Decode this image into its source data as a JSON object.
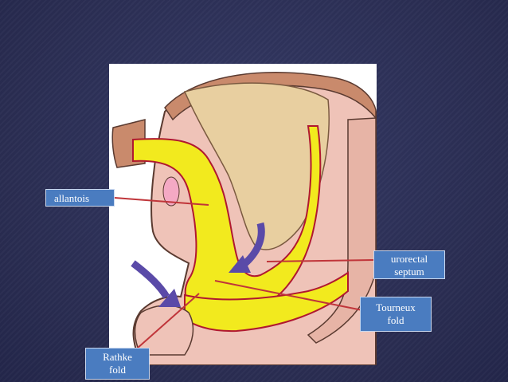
{
  "labels": {
    "allantois": "allantois",
    "urorectal_line1": "urorectal",
    "urorectal_line2": "septum",
    "tourneux_line1": "Tourneux",
    "tourneux_line2": "fold",
    "rathke_line1": "Rathke",
    "rathke_line2": "fold"
  },
  "colors": {
    "background": "#2b2f56",
    "label_fill": "#4a7cc0",
    "pointer_line": "#c0353a",
    "arrow": "#5a4aa8",
    "endoderm_yellow": "#f2ea1e",
    "tissue_pink": "#efc3b8",
    "tissue_brown": "#c98a6c",
    "mesoderm_tan": "#e8cfa0"
  }
}
